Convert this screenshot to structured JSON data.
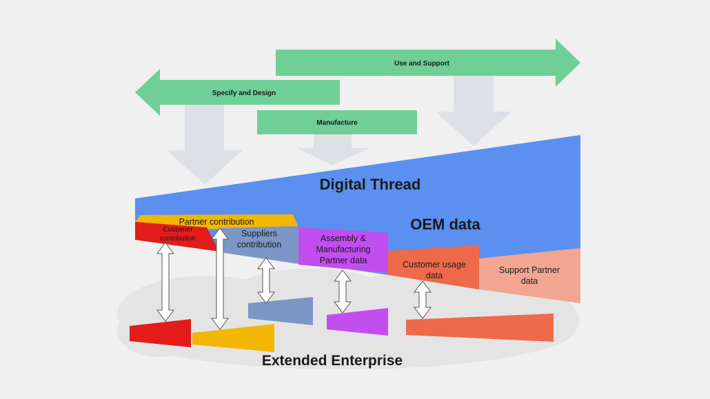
{
  "phases": {
    "use_support": "Use and Support",
    "specify_design": "Specify and Design",
    "manufacture": "Manufacture"
  },
  "thread": {
    "title": "Digital Thread",
    "oem": "OEM data"
  },
  "segments": {
    "partner": "Partner contribution",
    "customer_line1": "Customer",
    "customer_line2": "contribution",
    "suppliers_line1": "Suppliers",
    "suppliers_line2": "contribution",
    "assembly_line1": "Assembly &",
    "assembly_line2": "Manufacturing",
    "assembly_line3": "Partner data",
    "usage_line1": "Customer usage",
    "usage_line2": "data",
    "support_line1": "Support Partner",
    "support_line2": "data"
  },
  "enterprise": "Extended Enterprise",
  "colors": {
    "background": "#f0f0f0",
    "cloud": "#e4e4e4",
    "phase_arrow": "#6fcf97",
    "down_arrow": "#dde1e6",
    "thread_blue": "#5b8ff0",
    "partner_yellow": "#f2b705",
    "customer_red": "#e21b1b",
    "suppliers_blue": "#7c97c6",
    "assembly_purple": "#c24ef0",
    "usage_orange": "#ee6a4a",
    "support_salmon": "#f2a692"
  }
}
